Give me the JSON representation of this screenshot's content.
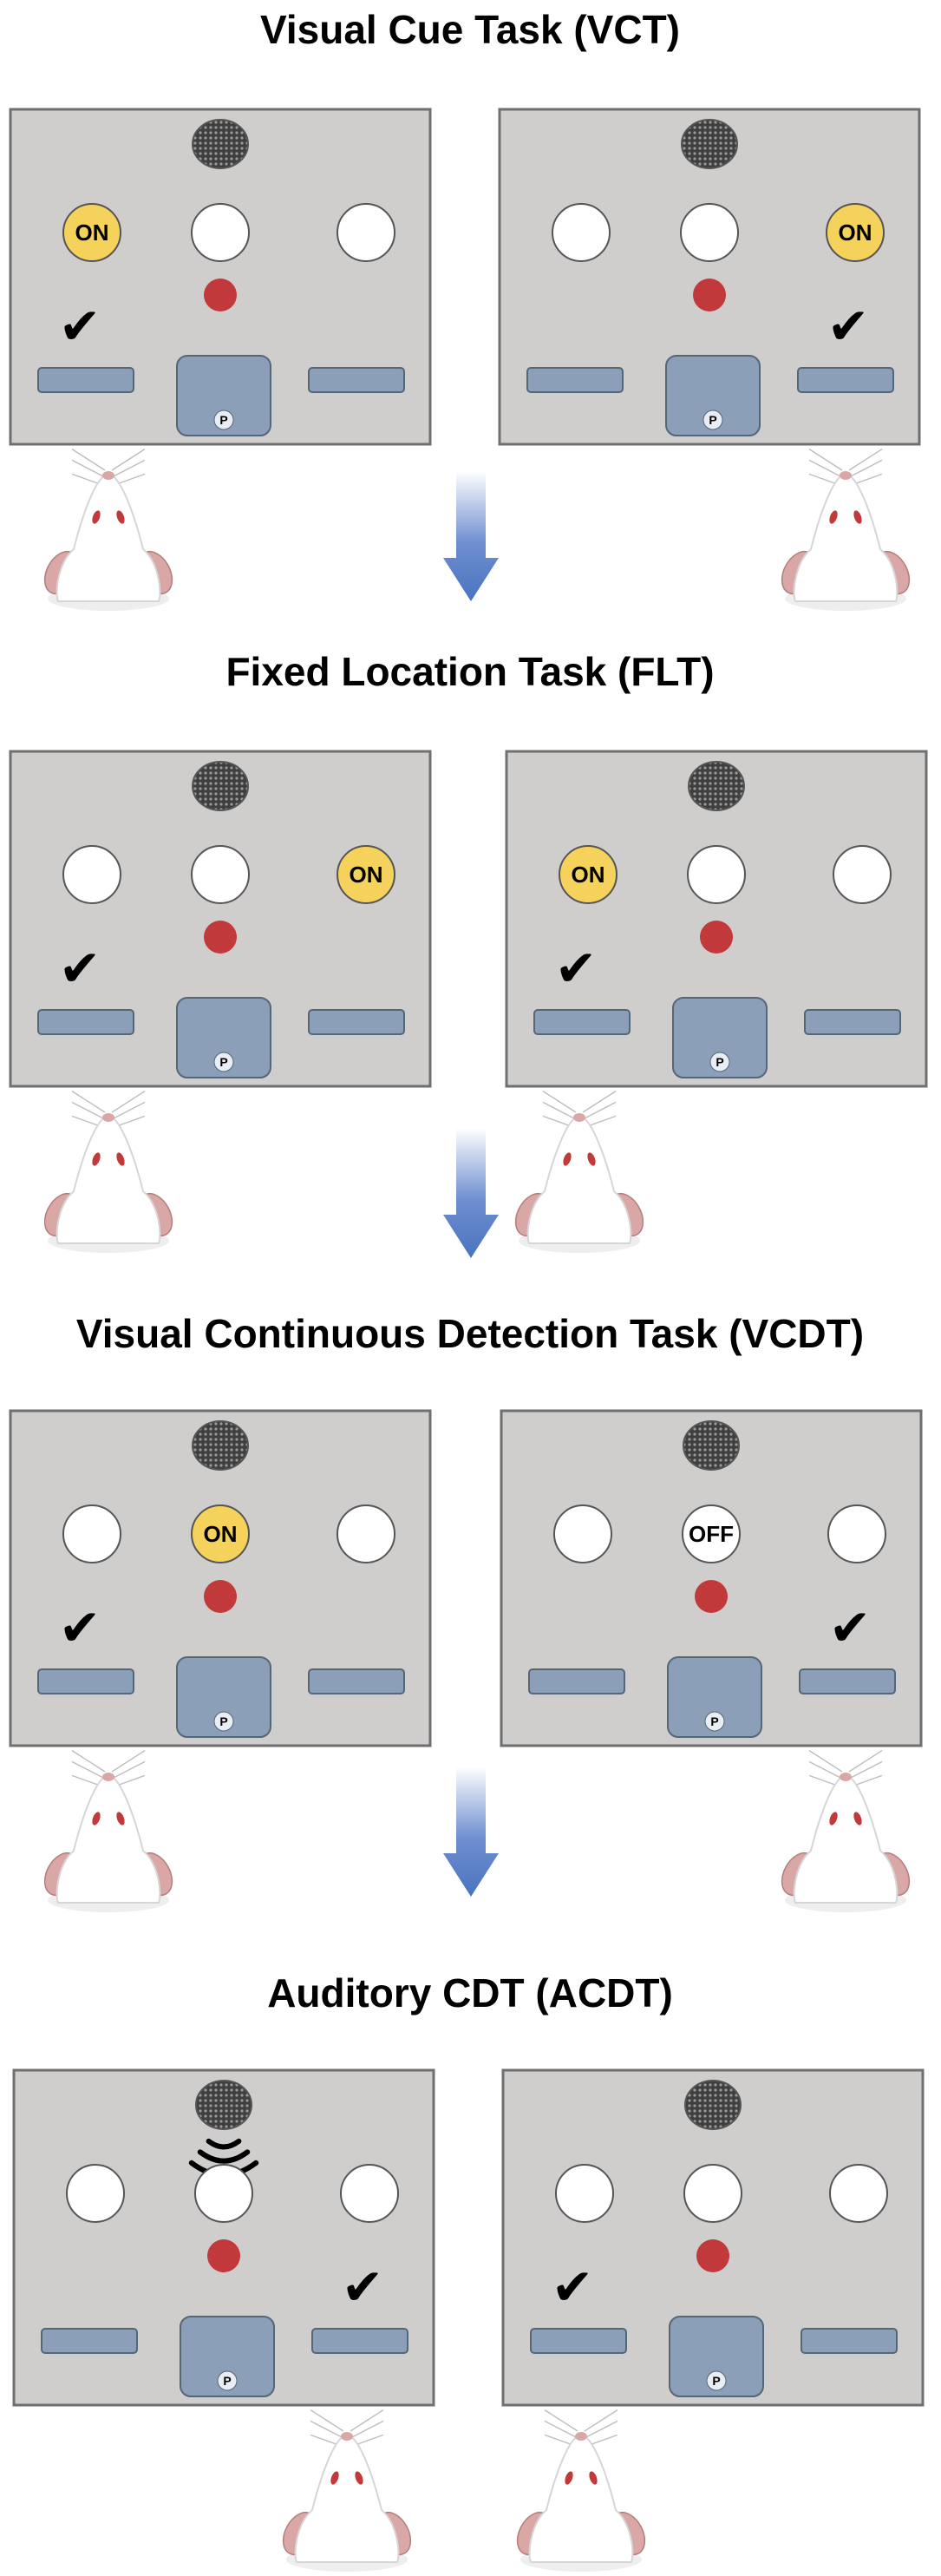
{
  "colors": {
    "panel_fill": "#d0cdcd",
    "panel_border": "#6f6f6f",
    "lamp_off": "#ffffff",
    "lamp_on": "#f5d25c",
    "red_dot": "#c1393a",
    "lever": "#8ba0b8",
    "arrow": "#4a73c0"
  },
  "symbols": {
    "check": "✔"
  },
  "sections": [
    {
      "title": "Visual Cue Task (VCT)",
      "panels": [
        {
          "lamps": [
            {
              "state": "on",
              "label": "ON"
            },
            {
              "state": "off",
              "label": ""
            },
            {
              "state": "off",
              "label": ""
            }
          ],
          "correct_lever": "left",
          "tone": false
        },
        {
          "lamps": [
            {
              "state": "off",
              "label": ""
            },
            {
              "state": "off",
              "label": ""
            },
            {
              "state": "on",
              "label": "ON"
            }
          ],
          "correct_lever": "right",
          "tone": false
        }
      ],
      "rats": [
        "left",
        "right"
      ]
    },
    {
      "title": "Fixed Location Task (FLT)",
      "panels": [
        {
          "lamps": [
            {
              "state": "off",
              "label": ""
            },
            {
              "state": "off",
              "label": ""
            },
            {
              "state": "on",
              "label": "ON"
            }
          ],
          "correct_lever": "left",
          "tone": false
        },
        {
          "lamps": [
            {
              "state": "on",
              "label": "ON"
            },
            {
              "state": "off",
              "label": ""
            },
            {
              "state": "off",
              "label": ""
            }
          ],
          "correct_lever": "left",
          "tone": false
        }
      ],
      "rats": [
        "left",
        "right-inner"
      ]
    },
    {
      "title": "Visual Continuous Detection Task (VCDT)",
      "panels": [
        {
          "lamps": [
            {
              "state": "off",
              "label": ""
            },
            {
              "state": "on",
              "label": "ON"
            },
            {
              "state": "off",
              "label": ""
            }
          ],
          "correct_lever": "left",
          "tone": false
        },
        {
          "lamps": [
            {
              "state": "off",
              "label": ""
            },
            {
              "state": "off",
              "label": "OFF"
            },
            {
              "state": "off",
              "label": ""
            }
          ],
          "correct_lever": "right",
          "tone": false
        }
      ],
      "rats": [
        "left",
        "right"
      ]
    },
    {
      "title": "Auditory CDT  (ACDT)",
      "panels": [
        {
          "lamps": [
            {
              "state": "off",
              "label": ""
            },
            {
              "state": "off",
              "label": ""
            },
            {
              "state": "off",
              "label": ""
            }
          ],
          "correct_lever": "right",
          "tone": true
        },
        {
          "lamps": [
            {
              "state": "off",
              "label": ""
            },
            {
              "state": "off",
              "label": ""
            },
            {
              "state": "off",
              "label": ""
            }
          ],
          "correct_lever": "left",
          "tone": false
        }
      ],
      "rats": [
        "center-left",
        "center-right"
      ]
    }
  ],
  "pellet_label": "P"
}
